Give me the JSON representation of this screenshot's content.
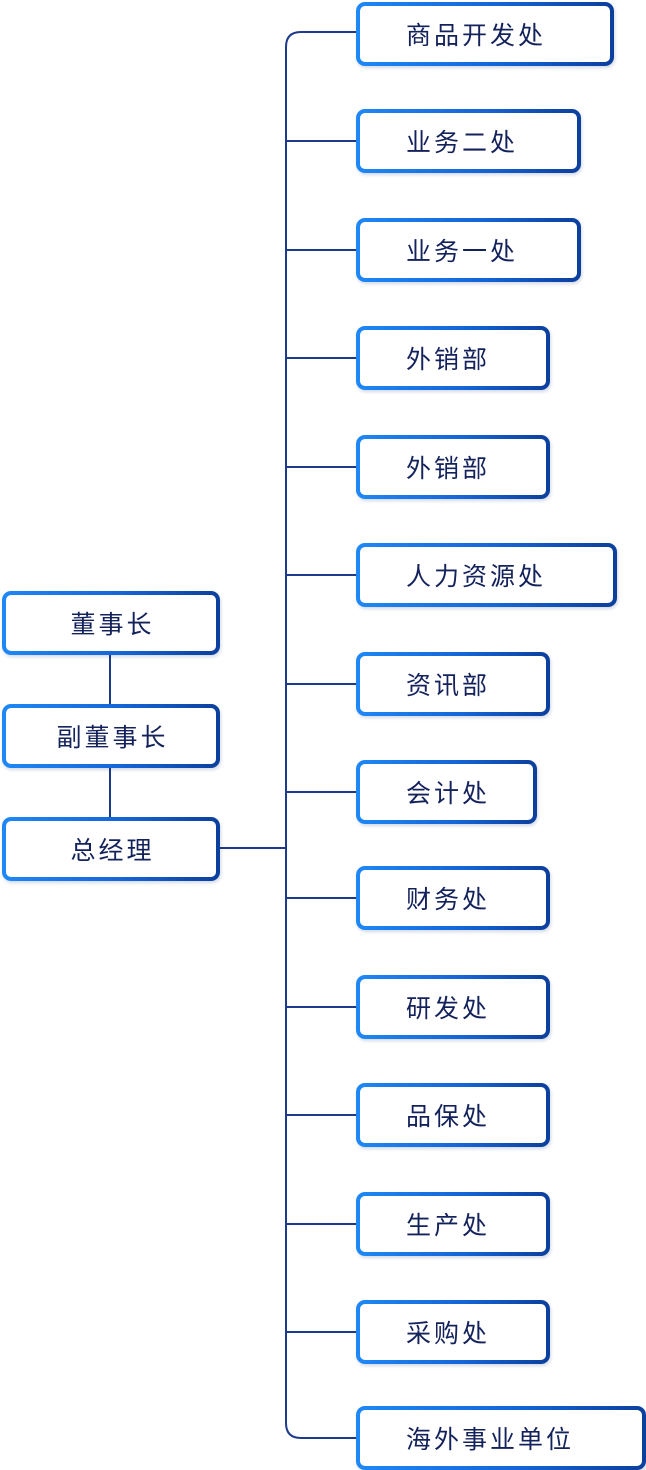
{
  "leadership": [
    {
      "name": "董事长"
    },
    {
      "name": "副董事长"
    },
    {
      "name": "总经理"
    }
  ],
  "departments": [
    {
      "name": "商品开发处"
    },
    {
      "name": "业务二处"
    },
    {
      "name": "业务一处"
    },
    {
      "name": "外销部"
    },
    {
      "name": "外销部"
    },
    {
      "name": "人力资源处"
    },
    {
      "name": "资讯部"
    },
    {
      "name": "会计处"
    },
    {
      "name": "财务处"
    },
    {
      "name": "研发处"
    },
    {
      "name": "品保处"
    },
    {
      "name": "生产处"
    },
    {
      "name": "采购处"
    },
    {
      "name": "海外事业单位"
    }
  ],
  "colors": {
    "connector": "#1e3a8a",
    "border_start": "#1e88f6",
    "border_end": "#0c3f9c",
    "text": "#14225c"
  }
}
